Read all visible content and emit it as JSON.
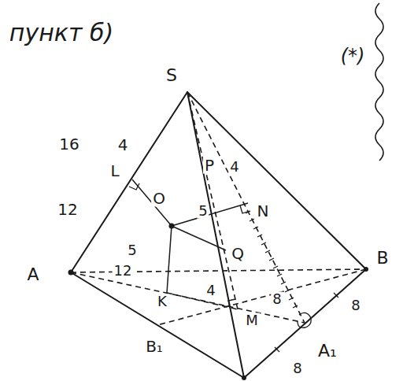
{
  "diagram": {
    "labels": [
      "пункт б)",
      "(*)",
      "S",
      "16",
      "4",
      "L",
      "12",
      "O",
      "P",
      "4",
      "5",
      "N",
      "5",
      "Q",
      "A",
      "B",
      "12",
      "K",
      "4",
      "M",
      "8",
      "8",
      "B₁",
      "A₁",
      "8"
    ]
  }
}
